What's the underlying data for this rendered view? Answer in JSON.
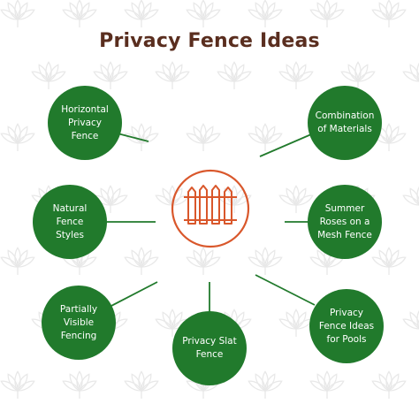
{
  "title": "Privacy Fence Ideas",
  "colors": {
    "title": "#5a2e1f",
    "node_fill": "#217a2c",
    "node_text": "#ffffff",
    "connector": "#217a2c",
    "center_ring": "#d9572b",
    "center_icon": "#d9572b",
    "watermark": "#e8e8e8"
  },
  "center_icon": "picket-fence-icon",
  "background_pattern": "leaf-icon",
  "nodes": [
    {
      "id": "horizontal",
      "label": "Horizontal Privacy Fence"
    },
    {
      "id": "combination",
      "label": "Combination of Materials"
    },
    {
      "id": "natural",
      "label": "Natural Fence Styles"
    },
    {
      "id": "roses",
      "label": "Summer Roses on a Mesh Fence"
    },
    {
      "id": "partially",
      "label": "Partially Visible Fencing"
    },
    {
      "id": "slat",
      "label": "Privacy Slat Fence"
    },
    {
      "id": "pools",
      "label": "Privacy Fence Ideas for Pools"
    }
  ]
}
